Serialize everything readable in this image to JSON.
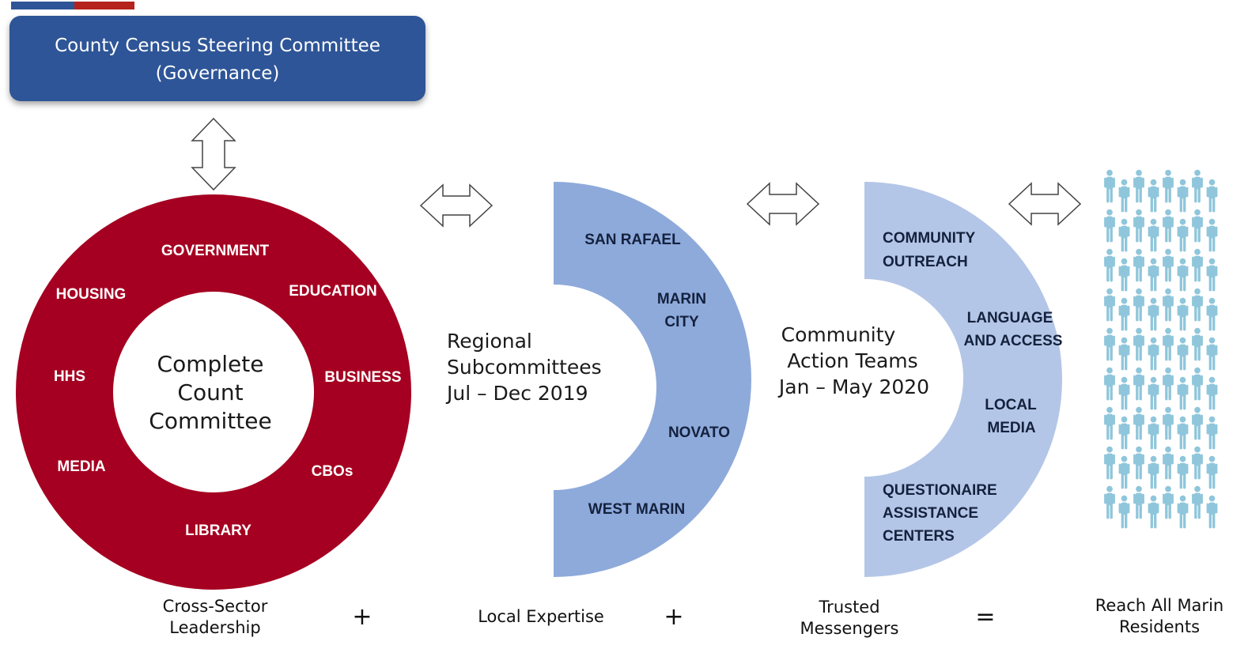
{
  "colors": {
    "governance_box": "#2e5597",
    "ring": "#a50021",
    "regional_arc": "#8eaadb",
    "community_arc": "#b4c6e7",
    "people": "#8fc6db",
    "accent_blue": "#2e5597",
    "accent_red": "#b4231c"
  },
  "governance": {
    "line1": "County Census Steering Committee",
    "line2": "(Governance)"
  },
  "ring": {
    "center_lines": [
      "Complete",
      "Count",
      "Committee"
    ],
    "sectors": [
      "GOVERNMENT",
      "HOUSING",
      "EDUCATION",
      "HHS",
      "BUSINESS",
      "MEDIA",
      "CBOs",
      "LIBRARY"
    ]
  },
  "regional": {
    "title_lines": [
      "Regional",
      "Subcommittees",
      "Jul – Dec 2019"
    ],
    "areas": [
      [
        "SAN RAFAEL"
      ],
      [
        "MARIN",
        "CITY"
      ],
      [
        "NOVATO"
      ],
      [
        "WEST MARIN"
      ]
    ]
  },
  "community": {
    "title_lines": [
      "Community",
      "Action Teams",
      "Jan – May 2020"
    ],
    "teams": [
      [
        "COMMUNITY",
        "OUTREACH"
      ],
      [
        "LANGUAGE",
        "AND ACCESS"
      ],
      [
        "LOCAL",
        "MEDIA"
      ],
      [
        "QUESTIONAIRE",
        "ASSISTANCE",
        "CENTERS"
      ]
    ]
  },
  "equation": {
    "terms": [
      [
        "Cross-Sector",
        "Leadership"
      ],
      [
        "Local Expertise"
      ],
      [
        "Trusted",
        "Messengers"
      ],
      [
        "Reach All Marin",
        "Residents"
      ]
    ],
    "operators": [
      "+",
      "+",
      "="
    ]
  },
  "icons": {
    "vertical_arrow": "double-arrow-vertical-icon",
    "horizontal_arrow": "double-arrow-horizontal-icon",
    "people": "person-icon"
  }
}
